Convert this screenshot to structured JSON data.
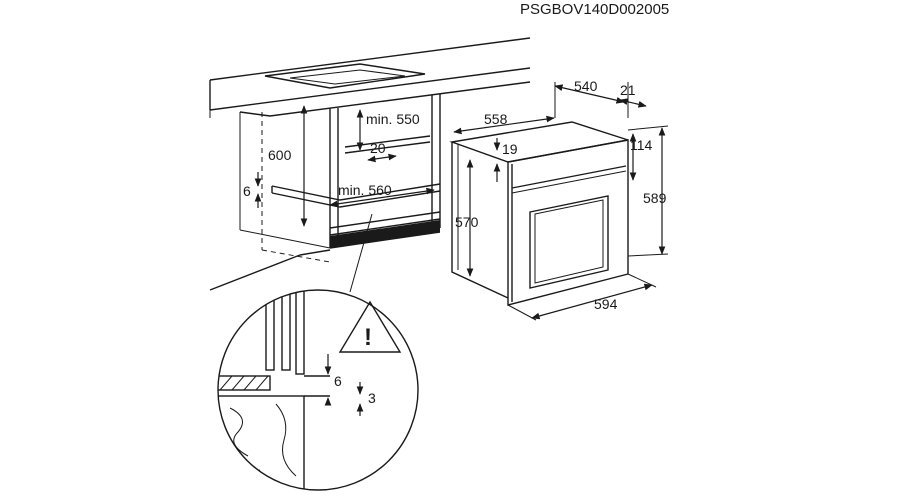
{
  "diagram": {
    "product_code": "PSGBOV140D002005",
    "dimensions": {
      "cabinet_height": "600",
      "plinth_gap": "6",
      "cabinet_depth": "min. 550",
      "gap_20": "20",
      "cabinet_width": "min. 560",
      "oven_depth": "558",
      "oven_body_depth": "540",
      "door_thickness": "21",
      "panel_offset": "19",
      "control_panel_height": "114",
      "body_height": "570",
      "total_height": "589",
      "total_width": "594",
      "detail_gap": "6",
      "detail_offset": "3"
    },
    "warning_symbol": "!"
  }
}
